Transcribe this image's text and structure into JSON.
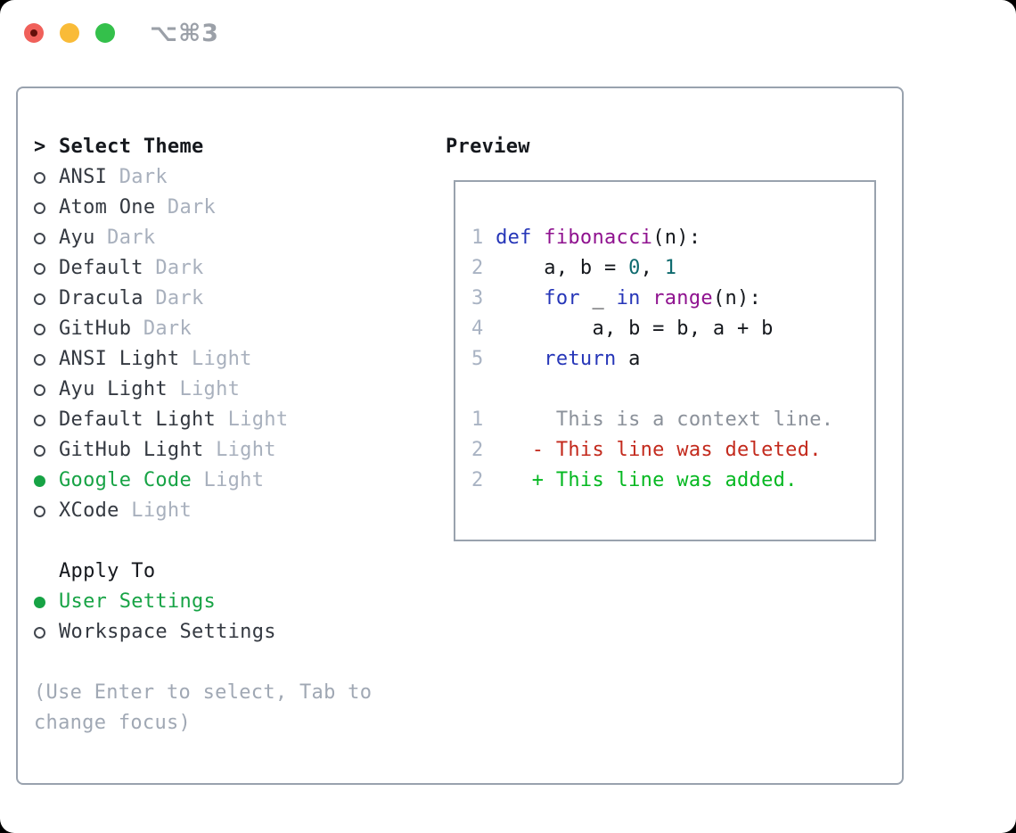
{
  "window": {
    "title": "⌥⌘3"
  },
  "picker": {
    "prompt": ">",
    "title": "Select Theme",
    "items": [
      {
        "name": "ANSI",
        "variant": "Dark",
        "selected": false
      },
      {
        "name": "Atom One",
        "variant": "Dark",
        "selected": false
      },
      {
        "name": "Ayu",
        "variant": "Dark",
        "selected": false
      },
      {
        "name": "Default",
        "variant": "Dark",
        "selected": false
      },
      {
        "name": "Dracula",
        "variant": "Dark",
        "selected": false
      },
      {
        "name": "GitHub",
        "variant": "Dark",
        "selected": false
      },
      {
        "name": "ANSI Light",
        "variant": "Light",
        "selected": false
      },
      {
        "name": "Ayu Light",
        "variant": "Light",
        "selected": false
      },
      {
        "name": "Default Light",
        "variant": "Light",
        "selected": false
      },
      {
        "name": "GitHub Light",
        "variant": "Light",
        "selected": false
      },
      {
        "name": "Google Code",
        "variant": "Light",
        "selected": true
      },
      {
        "name": "XCode",
        "variant": "Light",
        "selected": false
      }
    ]
  },
  "apply_to": {
    "title": "Apply To",
    "options": [
      {
        "label": "User Settings",
        "selected": true
      },
      {
        "label": "Workspace Settings",
        "selected": false
      }
    ]
  },
  "footer": {
    "hint": "(Use Enter to select, Tab to change focus)"
  },
  "preview": {
    "title": "Preview",
    "lines": [
      {
        "num": "1",
        "tokens": [
          {
            "c": "kw",
            "t": "def"
          },
          {
            "c": "pl",
            "t": " "
          },
          {
            "c": "fn",
            "t": "fibonacci"
          },
          {
            "c": "pl",
            "t": "(n):"
          }
        ]
      },
      {
        "num": "2",
        "tokens": [
          {
            "c": "pl",
            "t": "    a, b = "
          },
          {
            "c": "lit",
            "t": "0"
          },
          {
            "c": "pl",
            "t": ", "
          },
          {
            "c": "lit",
            "t": "1"
          }
        ]
      },
      {
        "num": "3",
        "tokens": [
          {
            "c": "pl",
            "t": "    "
          },
          {
            "c": "kw",
            "t": "for"
          },
          {
            "c": "pl",
            "t": " _ "
          },
          {
            "c": "kw",
            "t": "in"
          },
          {
            "c": "pl",
            "t": " "
          },
          {
            "c": "fn",
            "t": "range"
          },
          {
            "c": "pl",
            "t": "(n):"
          }
        ]
      },
      {
        "num": "4",
        "tokens": [
          {
            "c": "pl",
            "t": "        a, b = b, a + b"
          }
        ]
      },
      {
        "num": "5",
        "tokens": [
          {
            "c": "pl",
            "t": "    "
          },
          {
            "c": "kw",
            "t": "return"
          },
          {
            "c": "pl",
            "t": " a"
          }
        ]
      },
      {
        "blank": true
      },
      {
        "num": "1",
        "tokens": [
          {
            "c": "ctx",
            "t": "     This is a context line."
          }
        ]
      },
      {
        "num": "2",
        "tokens": [
          {
            "c": "del",
            "t": "   - This line was deleted."
          }
        ]
      },
      {
        "num": "2",
        "tokens": [
          {
            "c": "add",
            "t": "   + This line was added."
          }
        ]
      }
    ]
  },
  "colors": {
    "page_bg": "#000000",
    "window_bg": "#ffffff",
    "panel_border": "#99a2ae",
    "heading_text": "#15181d",
    "item_text": "#343941",
    "variant_text": "#a8b0bd",
    "radio_outline": "#42474f",
    "accent_green": "#17a345",
    "footer_text": "#a0a8b4",
    "titlebar_text": "#9ba0a8",
    "traffic_red": "#f0605a",
    "traffic_red_dot": "#64100a",
    "traffic_yellow": "#f9bb38",
    "traffic_green": "#34c04b",
    "line_number": "#a9b3c3",
    "code_keyword": "#2636b8",
    "code_function": "#8f128f",
    "code_literal": "#0e6a6e",
    "code_plain": "#15181d",
    "diff_context": "#8b919a",
    "diff_deleted": "#c32a1d",
    "diff_added": "#05b821"
  }
}
